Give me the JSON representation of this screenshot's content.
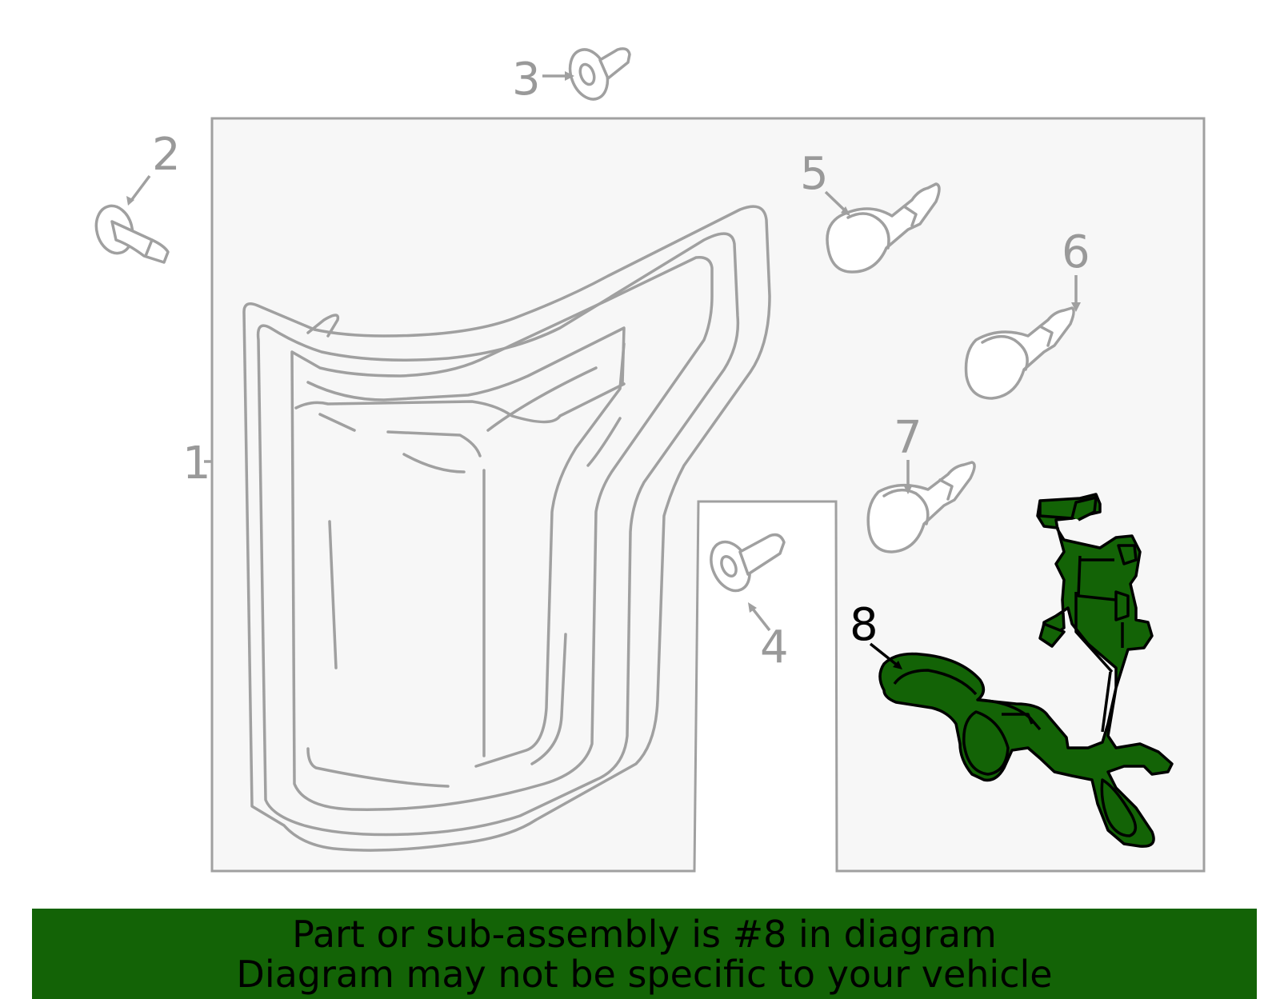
{
  "diagram": {
    "callouts": [
      {
        "id": "1",
        "label": "1"
      },
      {
        "id": "2",
        "label": "2"
      },
      {
        "id": "3",
        "label": "3"
      },
      {
        "id": "4",
        "label": "4"
      },
      {
        "id": "5",
        "label": "5"
      },
      {
        "id": "6",
        "label": "6"
      },
      {
        "id": "7",
        "label": "7"
      },
      {
        "id": "8",
        "label": "8",
        "highlighted": true
      }
    ],
    "highlighted_part": "8"
  },
  "banner": {
    "line1": "Part or sub-assembly is #8 in diagram",
    "line2": "Diagram may not be specific to your vehicle",
    "background_color": "#136306",
    "text_color": "#000000"
  },
  "colors": {
    "line_gray": "#a0a0a0",
    "panel_fill": "#f7f7f7",
    "part_green": "#136306"
  }
}
